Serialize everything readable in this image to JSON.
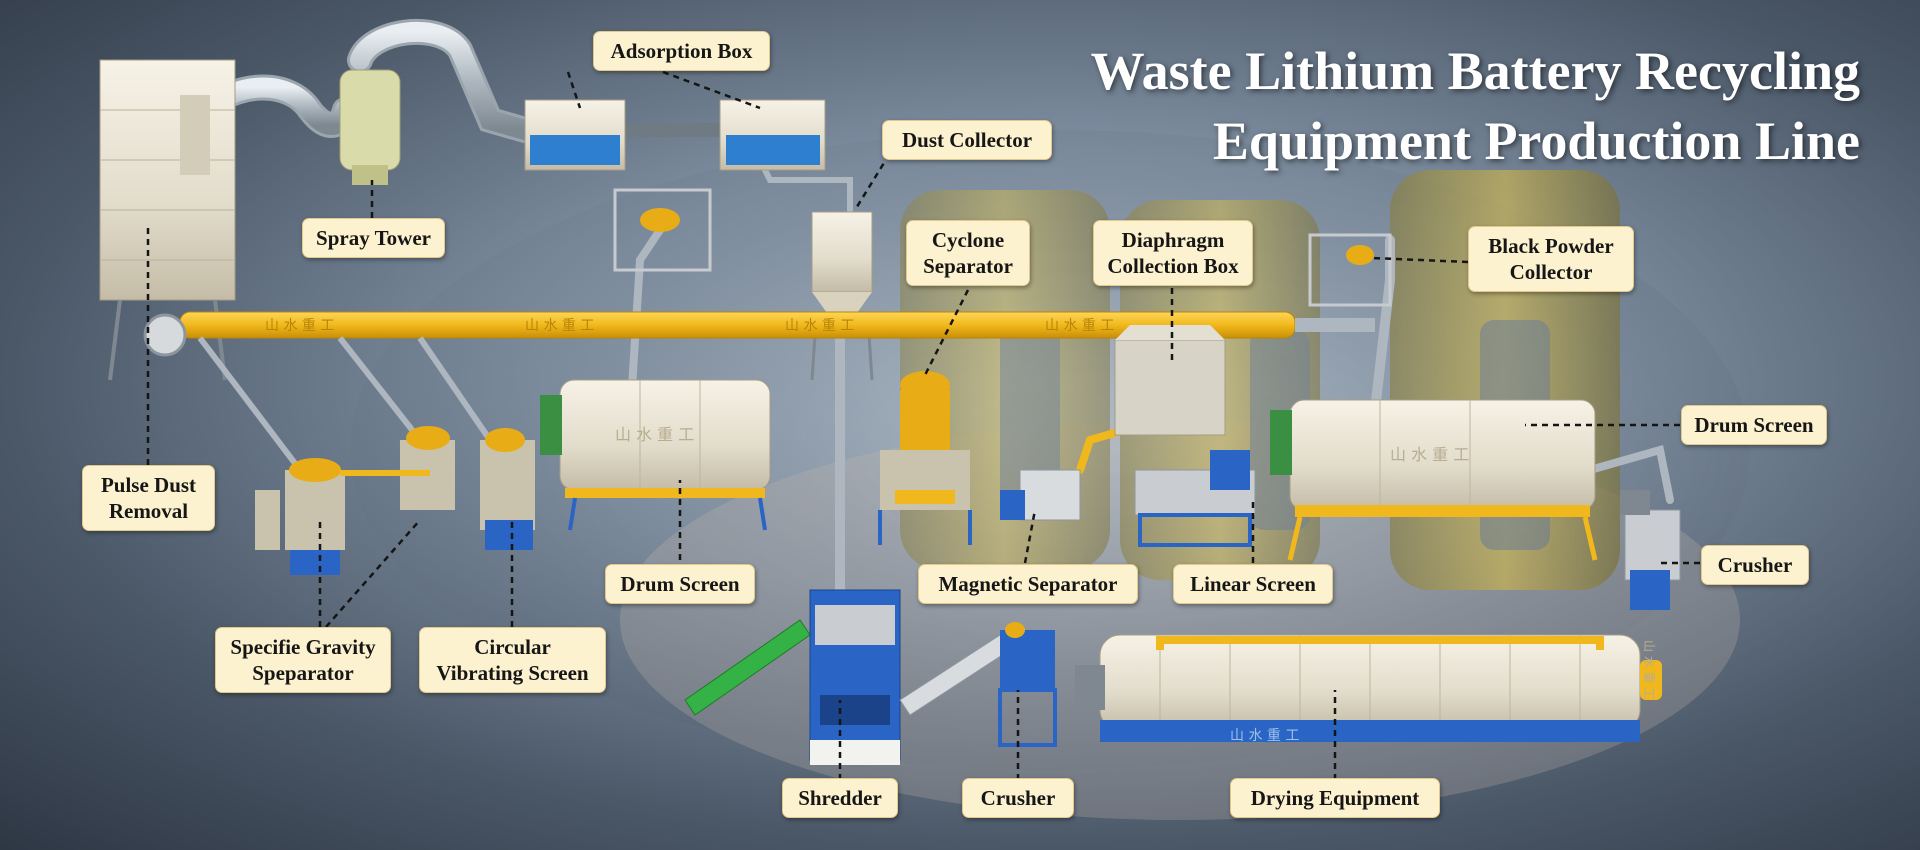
{
  "title": {
    "line1": "Waste Lithium Battery Recycling",
    "line2": "Equipment Production Line"
  },
  "brand_marks": [
    "山 水 重 工",
    "山 水 重 工",
    "山 水 重 工",
    "山 水 重 工",
    "山 水 重 工",
    "山 水 重 工",
    "山 水 重 工",
    "山 水 重 工"
  ],
  "labels": {
    "adsorption_box": "Adsorption Box",
    "dust_collector": "Dust Collector",
    "spray_tower": "Spray Tower",
    "cyclone_separator": [
      "Cyclone",
      "Separator"
    ],
    "diaphragm_collection_box": [
      "Diaphragm",
      "Collection Box"
    ],
    "black_powder_collector": [
      "Black Powder",
      "Collector"
    ],
    "drum_screen_right": "Drum Screen",
    "pulse_dust_removal": [
      "Pulse Dust",
      "Removal"
    ],
    "drum_screen_center": "Drum Screen",
    "magnetic_separator": "Magnetic Separator",
    "linear_screen": "Linear Screen",
    "crusher_right": "Crusher",
    "specific_gravity_separator": [
      "Specifie Gravity",
      "Speparator"
    ],
    "circular_vibrating_screen": [
      "Circular",
      "Vibrating Screen"
    ],
    "shredder": "Shredder",
    "crusher_bottom": "Crusher",
    "drying_equipment": "Drying Equipment"
  },
  "colors": {
    "conveyor_yellow": "#f0b81c",
    "machine_cream": "#e9e4d6",
    "frame_blue": "#2a64c4",
    "belt_green": "#35b245",
    "pipe_silver": "#c5ccd2",
    "label_bg": "#fdf2cf"
  }
}
